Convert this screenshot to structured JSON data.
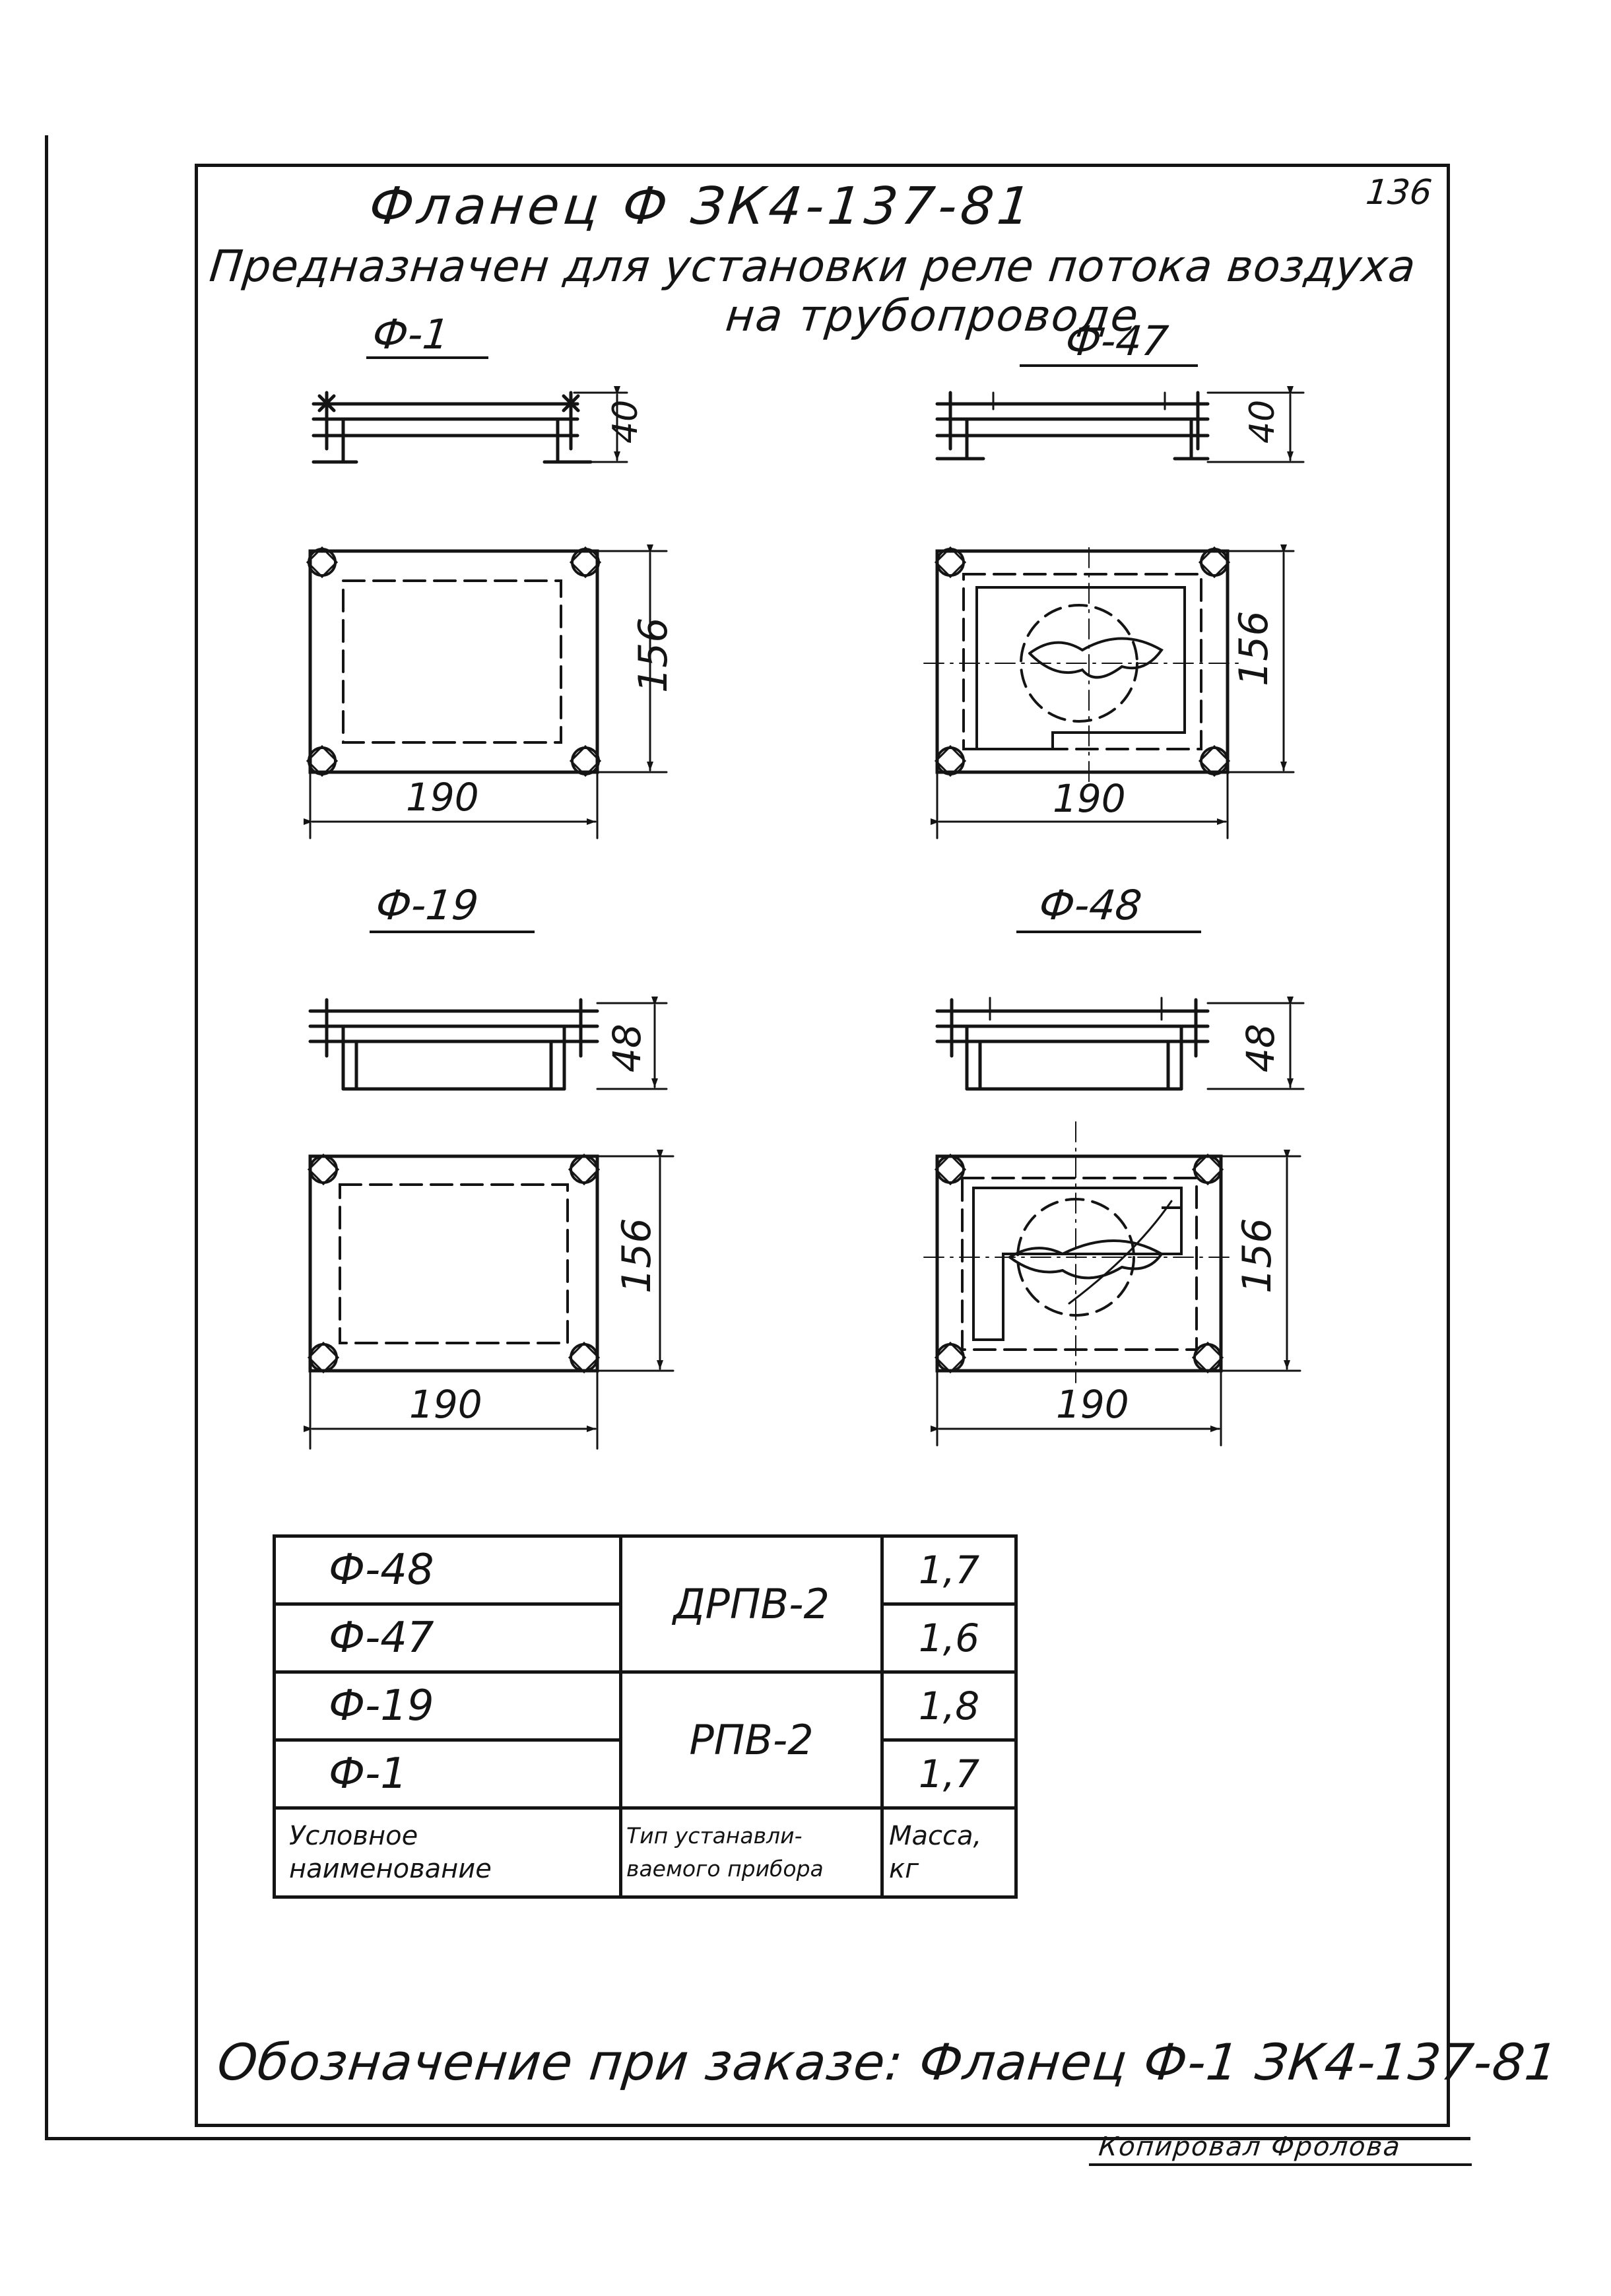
{
  "page": {
    "title": "Фланец  Ф  ЗК4-137-81",
    "page_number": "136",
    "subtitle_line1": "Предназначен для установки реле потока воздуха",
    "subtitle_line2": "на трубопроводе"
  },
  "views": [
    {
      "key": "f1",
      "label": "Ф-1",
      "height_dim": "40",
      "plan_height_dim": "156",
      "width_dim": "190"
    },
    {
      "key": "f47",
      "label": "Ф-47",
      "height_dim": "40",
      "plan_height_dim": "156",
      "width_dim": "190"
    },
    {
      "key": "f19",
      "label": "Ф-19",
      "height_dim": "48",
      "plan_height_dim": "156",
      "width_dim": "190"
    },
    {
      "key": "f48",
      "label": "Ф-48",
      "height_dim": "48",
      "plan_height_dim": "156",
      "width_dim": "190"
    }
  ],
  "table": {
    "headers": {
      "name": "Условное наименование",
      "type": "Тип устанавли-ваемого прибора",
      "mass": "Масса, кг"
    },
    "header_lines": {
      "name": [
        "Условное",
        "наименование"
      ],
      "type": [
        "Тип устанавли-",
        "ваемого прибора"
      ],
      "mass": [
        "Масса,",
        "кг"
      ]
    },
    "rows": [
      {
        "name": "Ф-48",
        "mass": "1,7"
      },
      {
        "name": "Ф-47",
        "mass": "1,6"
      },
      {
        "name": "Ф-19",
        "mass": "1,8"
      },
      {
        "name": "Ф-1",
        "mass": "1,7"
      }
    ],
    "groups": [
      {
        "type": "ДРПВ-2",
        "rows": [
          "Ф-48",
          "Ф-47"
        ]
      },
      {
        "type": "РПВ-2",
        "rows": [
          "Ф-19",
          "Ф-1"
        ]
      }
    ]
  },
  "order_designation": "Обозначение при заказе: Фланец Ф-1 ЗК4-137-81",
  "copied_by": "Копировал Фролова"
}
